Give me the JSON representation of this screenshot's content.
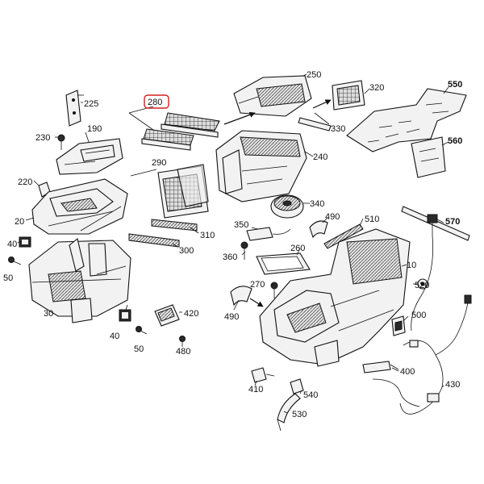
{
  "highlight_color": "#d32020",
  "labels": {
    "l225": "225",
    "l230": "230",
    "l190": "190",
    "l220": "220",
    "l20": "20",
    "l40a": "40",
    "l50a": "50",
    "l30": "30",
    "l40b": "40",
    "l50b": "50",
    "l420": "420",
    "l480": "480",
    "l280": "280",
    "l290": "290",
    "l310": "310",
    "l300": "300",
    "l250": "250",
    "l320": "320",
    "l330": "330",
    "l240": "240",
    "l550": "550",
    "l560": "560",
    "l570": "570",
    "l340": "340",
    "l350": "350",
    "l490a": "490",
    "l510": "510",
    "l260": "260",
    "l360": "360",
    "l10": "10",
    "l270": "270",
    "l490b": "490",
    "l520": "520",
    "l500": "500",
    "l400": "400",
    "l430": "430",
    "l410": "410",
    "l540": "540",
    "l530": "530"
  }
}
